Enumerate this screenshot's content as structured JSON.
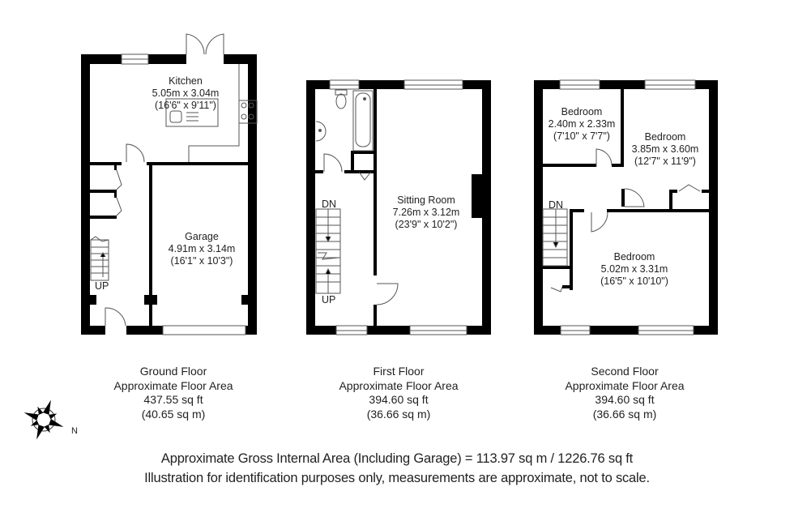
{
  "floors": [
    {
      "name": "Ground Floor",
      "area_label": "Approximate Floor Area",
      "sq_ft": "437.55 sq ft",
      "sq_m": "(40.65 sq m)",
      "rooms": [
        {
          "name": "Kitchen",
          "metric": "5.05m x 3.04m",
          "imperial": "(16'6\" x 9'11\")"
        },
        {
          "name": "Garage",
          "metric": "4.91m x 3.14m",
          "imperial": "(16'1\" x 10'3\")"
        }
      ],
      "stairs": [
        "UP"
      ]
    },
    {
      "name": "First Floor",
      "area_label": "Approximate Floor Area",
      "sq_ft": "394.60 sq ft",
      "sq_m": "(36.66 sq m)",
      "rooms": [
        {
          "name": "Sitting Room",
          "metric": "7.26m x 3.12m",
          "imperial": "(23'9\" x 10'2\")"
        }
      ],
      "stairs": [
        "DN",
        "UP"
      ]
    },
    {
      "name": "Second Floor",
      "area_label": "Approximate Floor Area",
      "sq_ft": "394.60 sq ft",
      "sq_m": "(36.66 sq m)",
      "rooms": [
        {
          "name": "Bedroom",
          "metric": "2.40m x 2.33m",
          "imperial": "(7'10\" x 7'7\")"
        },
        {
          "name": "Bedroom",
          "metric": "3.85m x 3.60m",
          "imperial": "(12'7\" x 11'9\")"
        },
        {
          "name": "Bedroom",
          "metric": "5.02m x 3.31m",
          "imperial": "(16'5\" x 10'10\")"
        }
      ],
      "stairs": [
        "DN"
      ]
    }
  ],
  "compass": {
    "label": "N",
    "icon": "compass-rose-icon"
  },
  "footer": {
    "gross_area": "Approximate Gross Internal Area (Including Garage) = 113.97 sq m / 1226.76 sq ft",
    "disclaimer": "Illustration for identification purposes only, measurements are approximate, not to scale."
  },
  "colors": {
    "wall": "#000000",
    "line": "#555555",
    "background": "#ffffff"
  }
}
